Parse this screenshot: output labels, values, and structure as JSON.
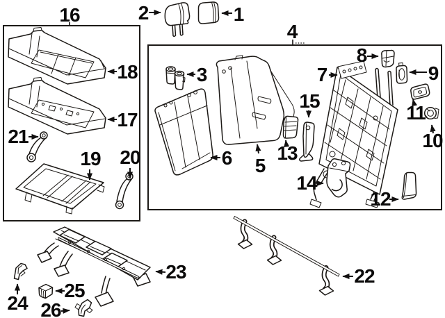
{
  "diagram": {
    "kind": "exploded-parts-diagram",
    "colors": {
      "background": "#ffffff",
      "line": "#1c1916",
      "label": "#0b0a0a"
    },
    "group_boxes": [
      {
        "id": "16",
        "label": "16"
      },
      {
        "id": "4",
        "label": "4"
      }
    ],
    "callouts": {
      "1": {
        "label": "1"
      },
      "2": {
        "label": "2"
      },
      "3": {
        "label": "3"
      },
      "4": {
        "label": "4"
      },
      "5": {
        "label": "5"
      },
      "6": {
        "label": "6"
      },
      "7": {
        "label": "7"
      },
      "8": {
        "label": "8"
      },
      "9": {
        "label": "9"
      },
      "10": {
        "label": "10"
      },
      "11": {
        "label": "11"
      },
      "12": {
        "label": "12"
      },
      "13": {
        "label": "13"
      },
      "14": {
        "label": "14"
      },
      "15": {
        "label": "15"
      },
      "16": {
        "label": "16"
      },
      "17": {
        "label": "17"
      },
      "18": {
        "label": "18"
      },
      "19": {
        "label": "19"
      },
      "20": {
        "label": "20"
      },
      "21": {
        "label": "21"
      },
      "22": {
        "label": "22"
      },
      "23": {
        "label": "23"
      },
      "24": {
        "label": "24"
      },
      "25": {
        "label": "25"
      },
      "26": {
        "label": "26"
      }
    }
  }
}
